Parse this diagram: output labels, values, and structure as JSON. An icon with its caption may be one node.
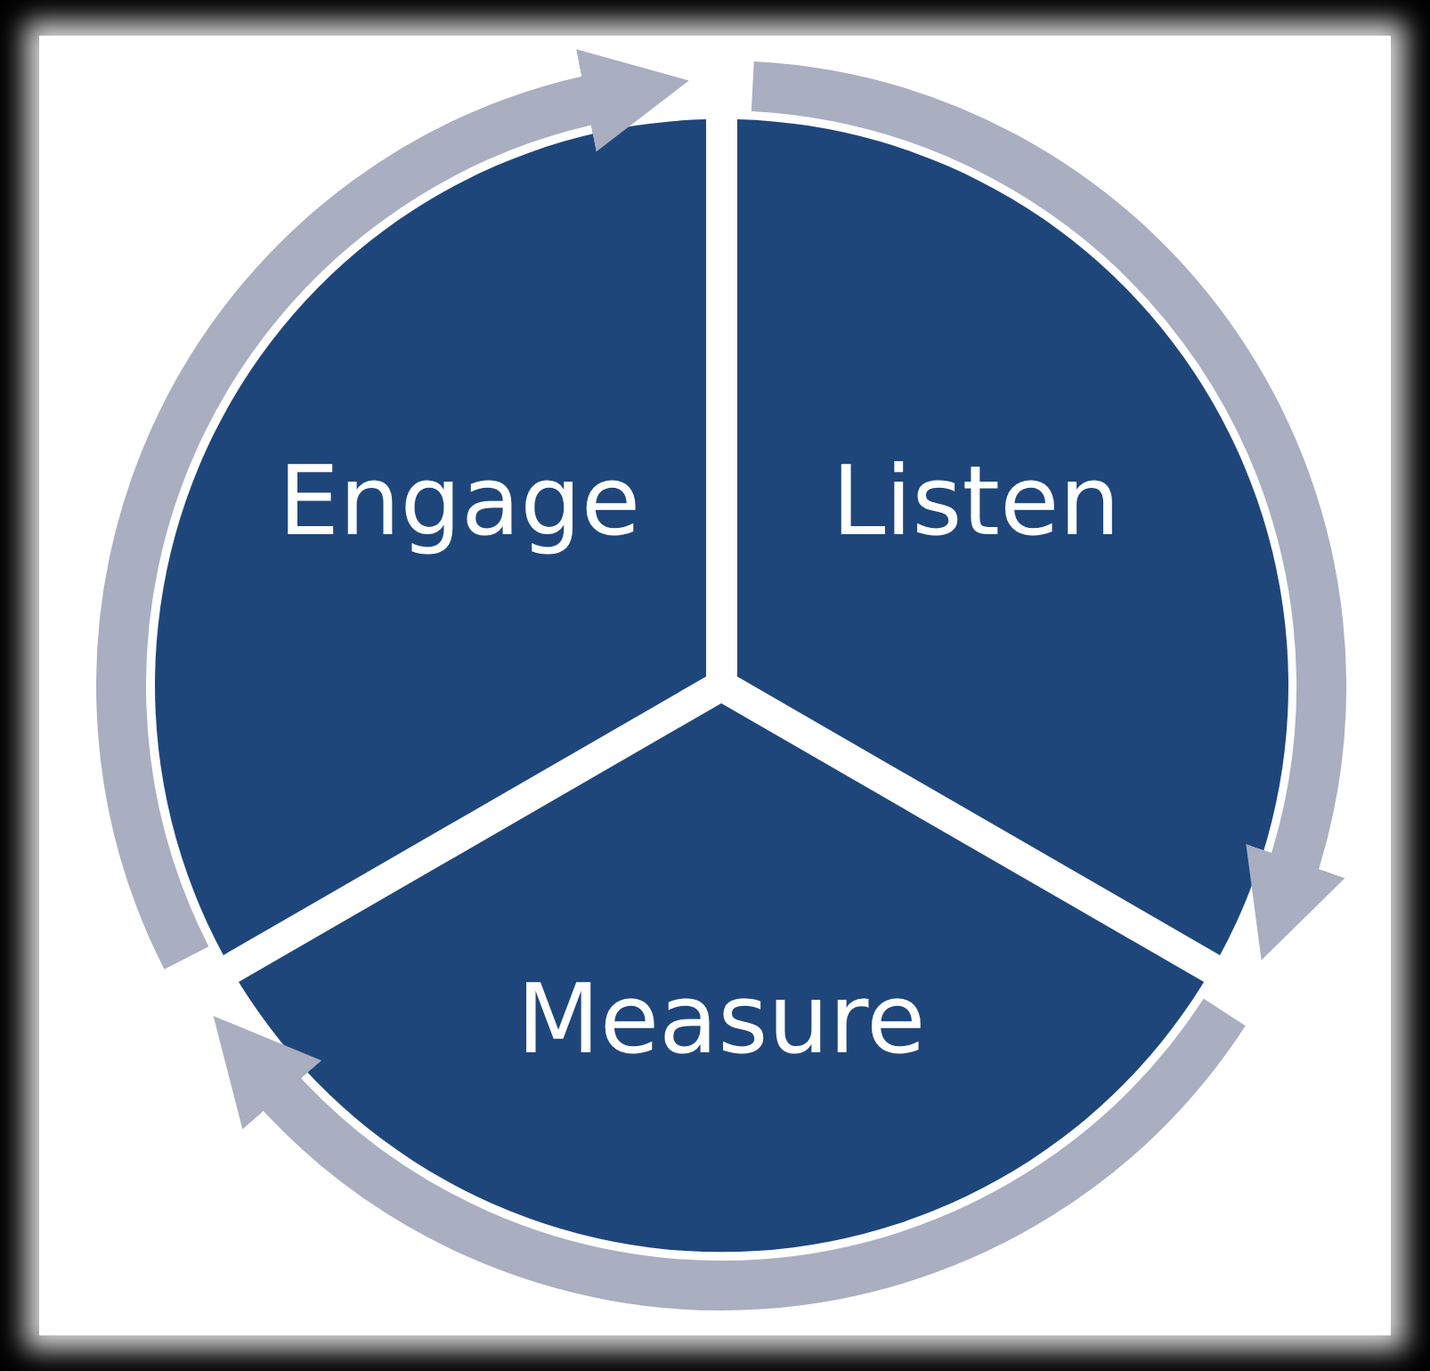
{
  "diagram": {
    "nodes": [
      {
        "text": [
          "Engage"
        ]
      },
      {
        "text": [
          "Listen"
        ]
      },
      {
        "text": [
          "Measure"
        ]
      }
    ]
  }
}
